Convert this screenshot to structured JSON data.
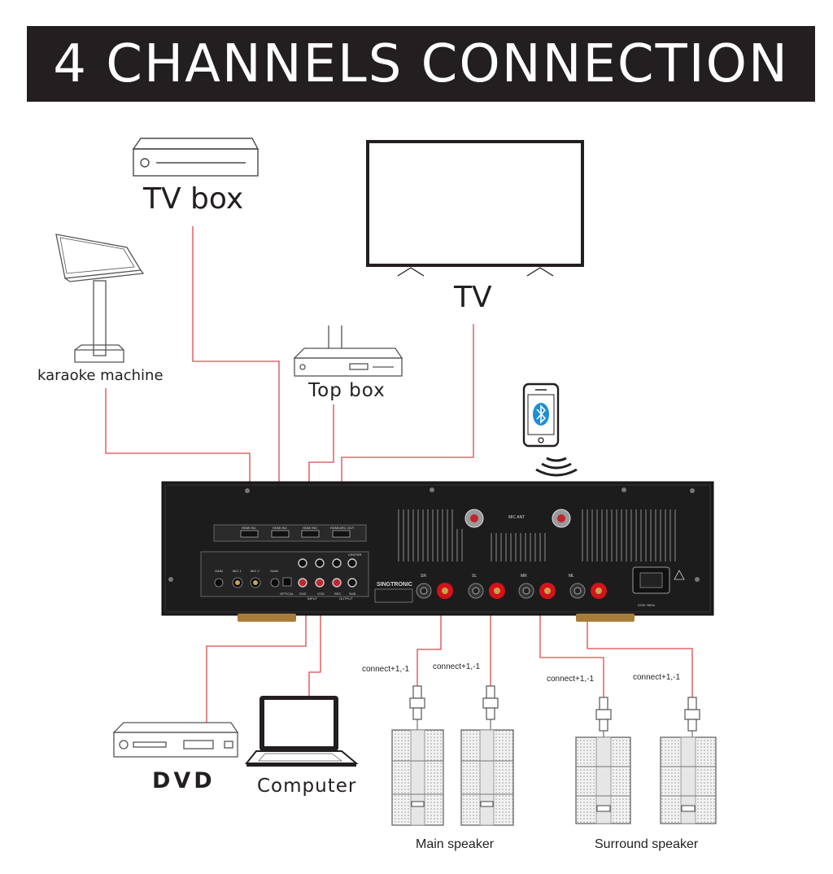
{
  "title": "4 CHANNELS CONNECTION",
  "devices": {
    "tv_box": "TV box",
    "tv": "TV",
    "karaoke_machine": "karaoke machine",
    "top_box": "Top box",
    "dvd": "DVD",
    "computer": "Computer"
  },
  "speakers": {
    "connect_label": "connect+1,-1",
    "main": "Main speaker",
    "surround": "Surround speaker"
  },
  "amplifier": {
    "brand": "SINGTRONIC",
    "hdmi_ports": [
      "HDMI IN1",
      "HDMI IN2",
      "HDMI IN3",
      "HDMI/ARC OUT"
    ],
    "input_labels": [
      "GAIN",
      "MIC 1",
      "MIC 2",
      "GAIN"
    ],
    "section_labels": [
      "OPTICAL",
      "DVD",
      "VOD",
      "INPUT",
      "REC",
      "SUB",
      "OUTPUT",
      "CENTER"
    ],
    "speaker_terminals": [
      "SR",
      "SL",
      "MR",
      "ML"
    ],
    "mic_ant": "MIC ANT",
    "power_rating": "220V~50Hz"
  },
  "colors": {
    "banner": "#231f20",
    "cable": "#e0474c",
    "amp_body": "#1c1c1c",
    "terminal_red": "#d4121b"
  },
  "icons": [
    "bluetooth-icon",
    "wireless-signal-icon"
  ]
}
